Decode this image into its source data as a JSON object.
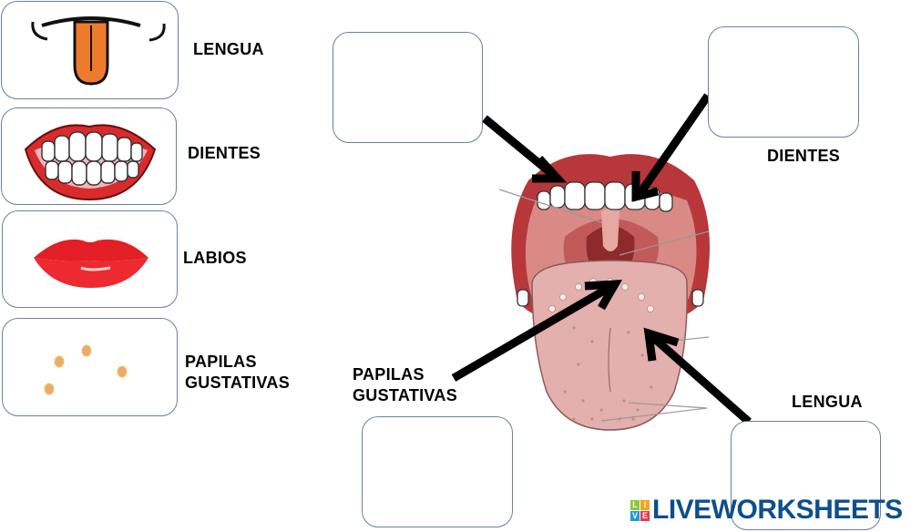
{
  "worksheet": {
    "type": "drag-and-drop labeling",
    "subject": "tongue / mouth anatomy"
  },
  "source_cards": [
    {
      "label": "LENGUA",
      "image": "tongue-icon"
    },
    {
      "label": "DIENTES",
      "image": "teeth-icon"
    },
    {
      "label": "LABIOS",
      "image": "lips-icon"
    },
    {
      "label": "PAPILAS GUSTATIVAS",
      "label_line1": "PAPILAS",
      "label_line2": "GUSTATIVAS",
      "image": "taste-buds-icon"
    }
  ],
  "diagram": {
    "image": "open-mouth-tongue-diagram",
    "floating_labels": {
      "dientes": "DIENTES",
      "papilas_line1": "PAPILAS",
      "papilas_line2": "GUSTATIVAS",
      "lengua": "LENGUA"
    },
    "drop_targets": [
      {
        "id": "top-left",
        "points_to": "labios",
        "value": ""
      },
      {
        "id": "top-right",
        "points_to": "dientes",
        "value": ""
      },
      {
        "id": "bottom-left",
        "points_to": "papilas gustativas",
        "value": ""
      },
      {
        "id": "bottom-right",
        "points_to": "lengua",
        "value": ""
      }
    ]
  },
  "branding": {
    "blocks": [
      "L",
      "I",
      "V",
      "E"
    ],
    "block_colors": [
      "#8dc63f",
      "#f7a21b",
      "#1c9ad6",
      "#e8364f"
    ],
    "name": "LIVEWORKSHEETS",
    "color": "#0d4f8b"
  }
}
